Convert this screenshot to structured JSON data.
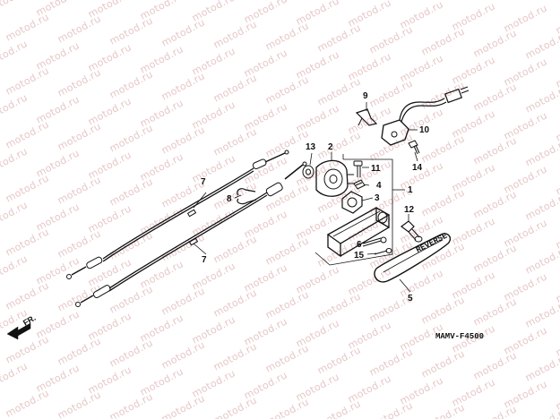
{
  "watermark": {
    "text": "motod.ru"
  },
  "callouts": {
    "p1": "1",
    "p2": "2",
    "p3": "3",
    "p4": "4",
    "p5": "5",
    "p6": "6",
    "p7a": "7",
    "p7b": "7",
    "p8": "8",
    "p9": "9",
    "p10": "10",
    "p11": "11",
    "p12": "12",
    "p13": "13",
    "p14": "14",
    "p15": "15"
  },
  "direction_label": "FR.",
  "diagram_code": "MAMV-F4500",
  "grip_cover_text": "REVERSE",
  "colors": {
    "ink": "#111111",
    "watermark": "#e7c7c7",
    "background": "#ffffff"
  },
  "icons": [
    "front-direction-arrow-icon"
  ]
}
